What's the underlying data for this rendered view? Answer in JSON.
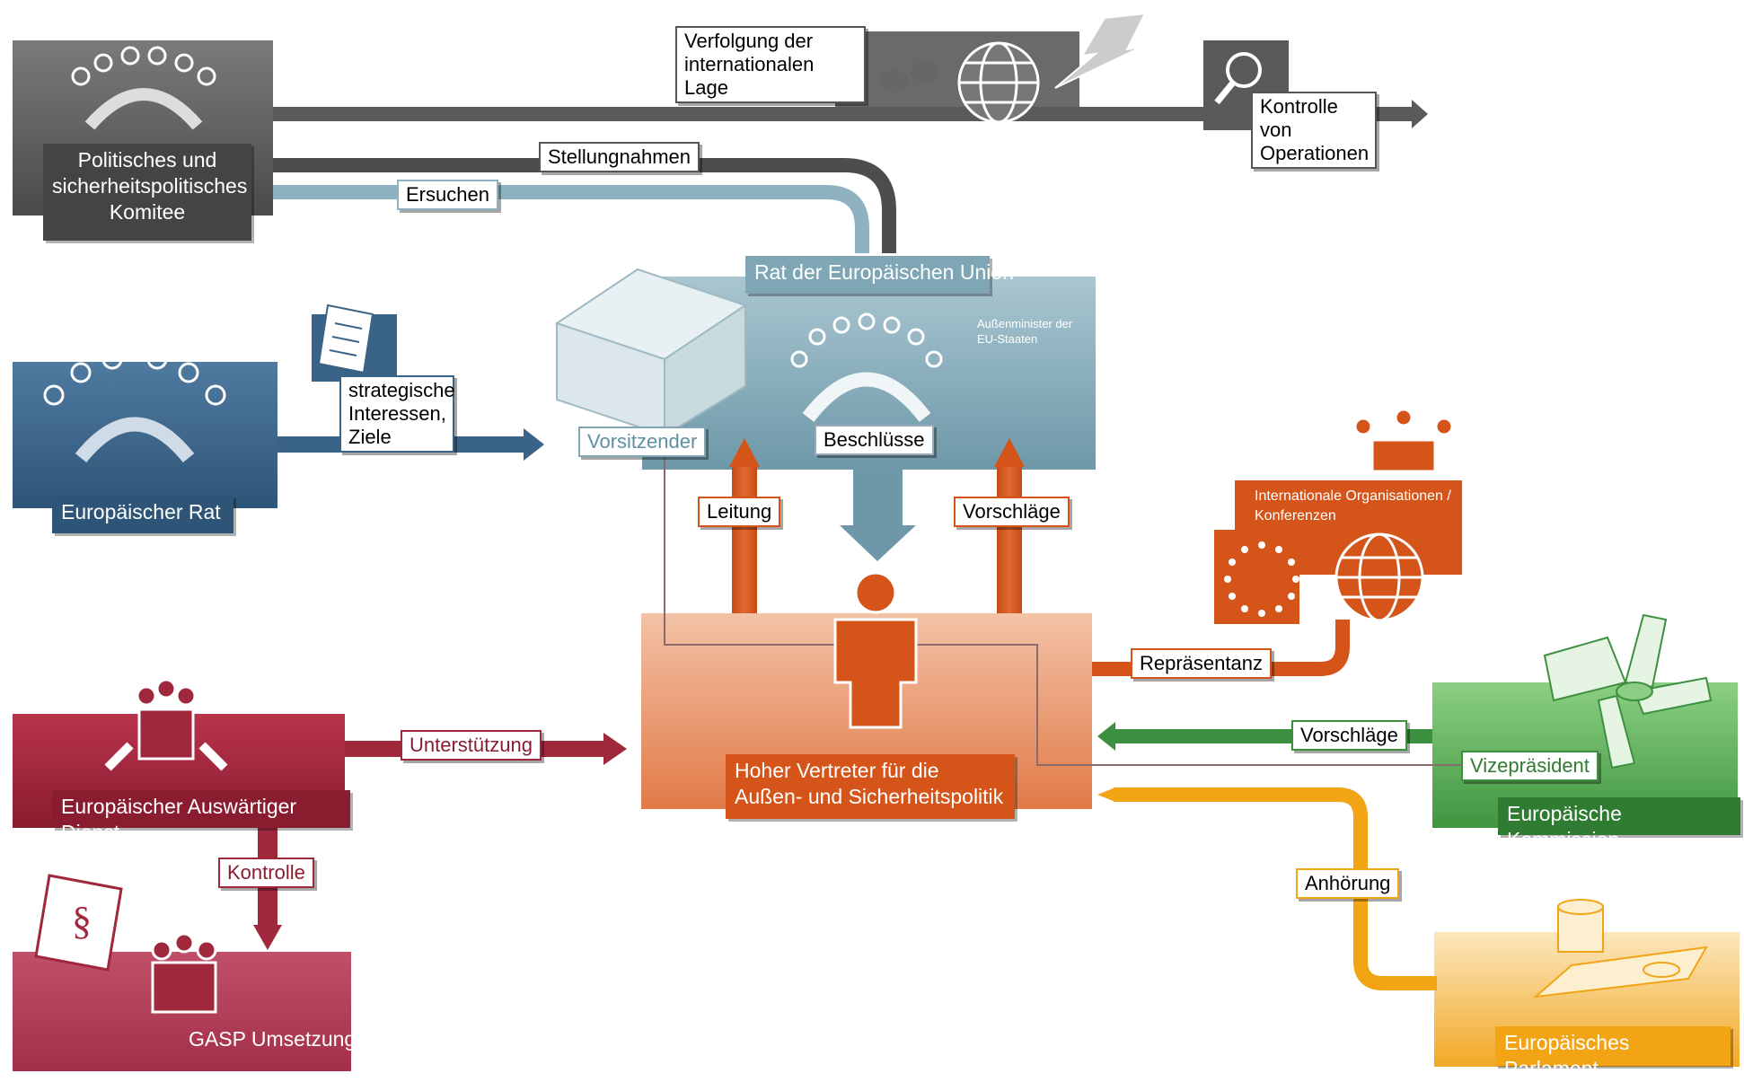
{
  "colors": {
    "gray": "#5a5a5a",
    "blue": "#3a6388",
    "lightblue": "#7fa6b5",
    "orange": "#d4541a",
    "red": "#a0283c",
    "green": "#3d9040",
    "yellow": "#f2a415"
  },
  "nodes": {
    "psc": "Politisches und sicherheitspolitisches Komitee",
    "council": "Rat der Europäischen Union",
    "council_sub": "Außenminister der EU-Staaten",
    "chair": "Vorsitzender",
    "decisions": "Beschlüsse",
    "european_council": "Europäischer Rat",
    "high_rep": "Hoher Vertreter für die Außen- und Sicherheitspolitik",
    "eeas": "Europäischer Auswärtiger Dienst",
    "cfsp": "GASP Umsetzung",
    "intl_orgs": "Internationale Organisationen / Konferenzen",
    "commission": "Europäische Kommission",
    "parliament": "Europäisches Parlament"
  },
  "flows": {
    "monitoring": "Verfolgung der internationalen Lage",
    "control_ops": "Kontrolle von Operationen",
    "opinions": "Stellungnahmen",
    "requests": "Ersuchen",
    "strategic": "strategische Interessen, Ziele",
    "lead": "Leitung",
    "proposals_up": "Vorschläge",
    "representation": "Repräsentanz",
    "proposals_commission": "Vorschläge",
    "vice_president": "Vizepräsident",
    "support": "Unterstützung",
    "control": "Kontrolle",
    "hearing": "Anhörung"
  }
}
